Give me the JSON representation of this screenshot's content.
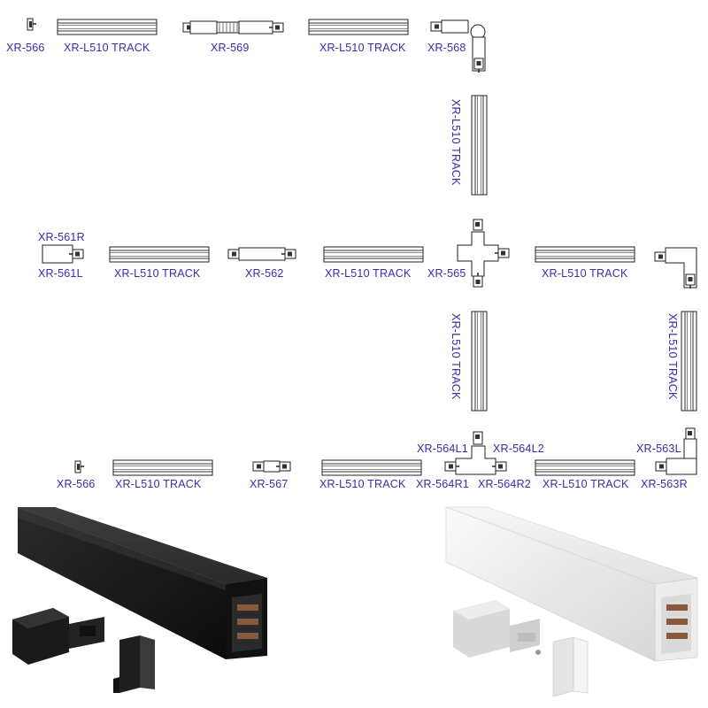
{
  "labels": {
    "r1_566": "XR-566",
    "r1_track1": "XR-L510 TRACK",
    "r1_569": "XR-569",
    "r1_track2": "XR-L510 TRACK",
    "r1_568": "XR-568",
    "v_track_top": "XR-L510 TRACK",
    "r2_561r": "XR-561R",
    "r2_561l": "XR-561L",
    "r2_track1": "XR-L510 TRACK",
    "r2_562": "XR-562",
    "r2_track2": "XR-L510 TRACK",
    "r2_565": "XR-565",
    "r2_track3": "XR-L510 TRACK",
    "v_track_mid": "XR-L510 TRACK",
    "v_track_right": "XR-L510 TRACK",
    "r3_566": "XR-566",
    "r3_track1": "XR-L510 TRACK",
    "r3_567": "XR-567",
    "r3_track2": "XR-L510 TRACK",
    "r3_564l1": "XR-564L1",
    "r3_564l2": "XR-564L2",
    "r3_564r1": "XR-564R1",
    "r3_564r2": "XR-564R2",
    "r3_track3": "XR-L510 TRACK",
    "r3_563l": "XR-563L",
    "r3_563r": "XR-563R"
  },
  "colors": {
    "label": "#3a2bb0",
    "track_black": "#151515",
    "track_white": "#eeeeee",
    "copper": "#8a5a3c"
  }
}
